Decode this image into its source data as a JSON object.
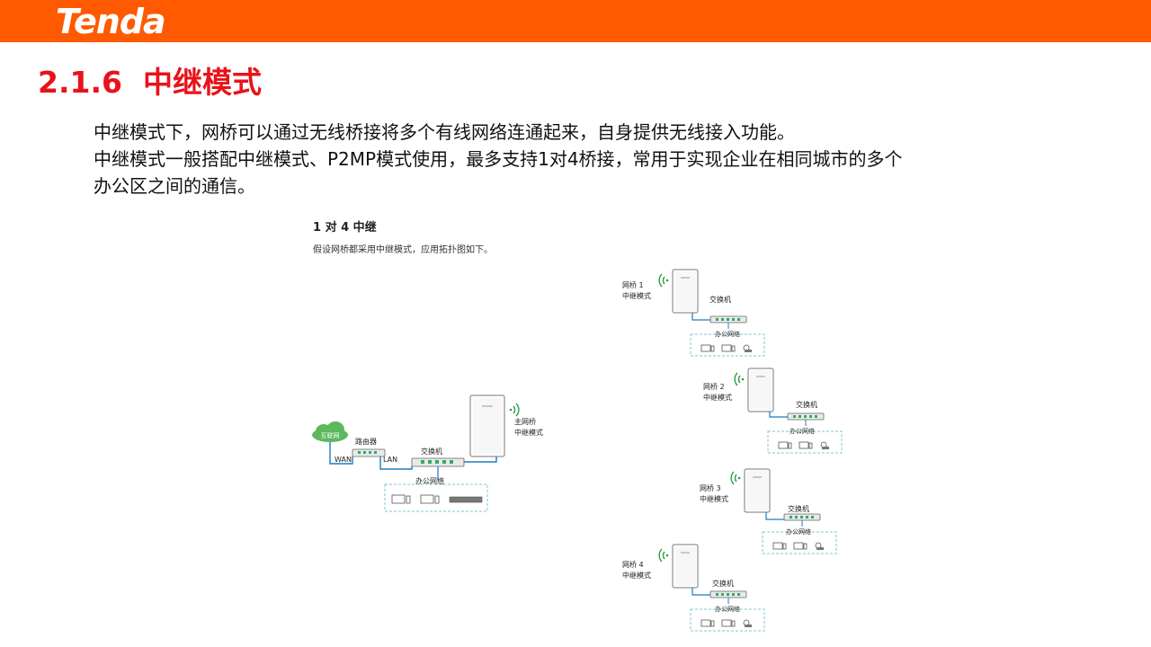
{
  "header": {
    "logo_text": "Tenda",
    "bar_color": "#ff5a00"
  },
  "title": {
    "number": "2.1.6",
    "text": "中继模式",
    "color": "#e8131b"
  },
  "paragraphs": [
    "中继模式下，网桥可以通过无线桥接将多个有线网络连通起来，自身提供无线接入功能。",
    "中继模式一般搭配中继模式、P2MP模式使用，最多支持1对4桥接，常用于实现企业在相同城市的多个",
    "办公区之间的通信。"
  ],
  "diagram": {
    "heading": "1 对 4 中继",
    "subheading": "假设网桥都采用中继模式，应用拓扑图如下。",
    "internet_label": "互联网",
    "router_label": "路由器",
    "wan_label": "WAN",
    "lan_label": "LAN",
    "switch_label": "交换机",
    "office_label": "办公网络",
    "main_bridge_label": "主网桥",
    "mode_label": "中继模式",
    "bridges": [
      {
        "name": "网桥 1",
        "mode": "中继模式"
      },
      {
        "name": "网桥 2",
        "mode": "中继模式"
      },
      {
        "name": "网桥 3",
        "mode": "中继模式"
      },
      {
        "name": "网桥 4",
        "mode": "中继模式"
      }
    ]
  }
}
